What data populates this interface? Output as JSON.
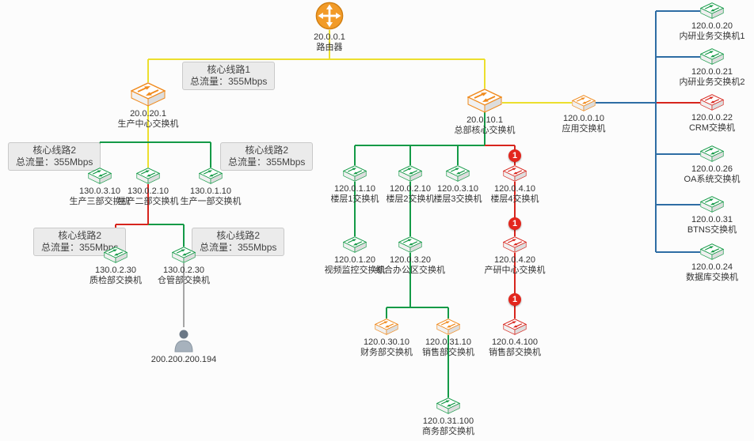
{
  "colors": {
    "line_yellow": "#ecdf2e",
    "line_green": "#149a47",
    "line_red": "#d7251d",
    "line_blue": "#2e6da4",
    "line_gray": "#a6a6a6",
    "device_orange": "#f08a1d",
    "device_green": "#149a47",
    "device_red": "#d7251d",
    "alert_badge_bg": "#e3261d",
    "link_label_bg": "#ebebeb"
  },
  "nodes": {
    "router": {
      "ip": "20.0.0.1",
      "label": "路由器"
    },
    "prod_center": {
      "ip": "20.0.20.1",
      "label": "生产中心交换机"
    },
    "hq_core": {
      "ip": "20.0.10.1",
      "label": "总部核心交换机"
    },
    "app": {
      "ip": "120.0.0.10",
      "label": "应用交换机"
    },
    "prod3": {
      "ip": "130.0.3.10",
      "label": "生产三部交换机"
    },
    "prod2": {
      "ip": "130.0.2.10",
      "label": "生产二部交换机"
    },
    "prod1": {
      "ip": "130.0.1.10",
      "label": "生产一部交换机"
    },
    "qc": {
      "ip": "130.0.2.30",
      "label": "质检部交换机"
    },
    "warehouse": {
      "ip": "130.0.2.30",
      "label": "仓管部交换机"
    },
    "pc_user": {
      "ip": "200.200.200.194"
    },
    "floor1": {
      "ip": "120.0.1.10",
      "label": "楼层1交换机"
    },
    "floor2": {
      "ip": "120.0.2.10",
      "label": "楼层2交换机"
    },
    "floor3": {
      "ip": "120.0.3.10",
      "label": "楼层3交换机"
    },
    "floor4": {
      "ip": "120.0.4.10",
      "label": "楼层4交换机"
    },
    "video": {
      "ip": "120.0.1.20",
      "label": "视频监控交换机"
    },
    "office": {
      "ip": "120.0.3.20",
      "label": "综合办公区交换机"
    },
    "rnd": {
      "ip": "120.0.4.20",
      "label": "产研中心交换机"
    },
    "finance": {
      "ip": "120.0.30.10",
      "label": "财务部交换机"
    },
    "sales_floor": {
      "ip": "120.0.31.10",
      "label": "销售部交换机"
    },
    "sales_rnd": {
      "ip": "120.0.4.100",
      "label": "销售部交换机"
    },
    "business": {
      "ip": "120.0.31.100",
      "label": "商务部交换机"
    },
    "biz1": {
      "ip": "120.0.0.20",
      "label": "内研业务交换机1"
    },
    "biz2": {
      "ip": "120.0.0.21",
      "label": "内研业务交换机2"
    },
    "crm": {
      "ip": "120.0.0.22",
      "label": "CRM交换机"
    },
    "oa": {
      "ip": "120.0.0.26",
      "label": "OA系统交换机"
    },
    "btns": {
      "ip": "120.0.0.31",
      "label": "BTNS交换机"
    },
    "db": {
      "ip": "120.0.0.24",
      "label": "数据库交换机"
    }
  },
  "link_labels": {
    "core1": {
      "line1": "核心线路1",
      "line2": "总流量：355Mbps"
    },
    "core2": {
      "line1": "核心线路2",
      "line2": "总流量：355Mbps"
    }
  },
  "alerts": {
    "floor4": "1",
    "rnd": "1",
    "sales_rnd": "1"
  }
}
